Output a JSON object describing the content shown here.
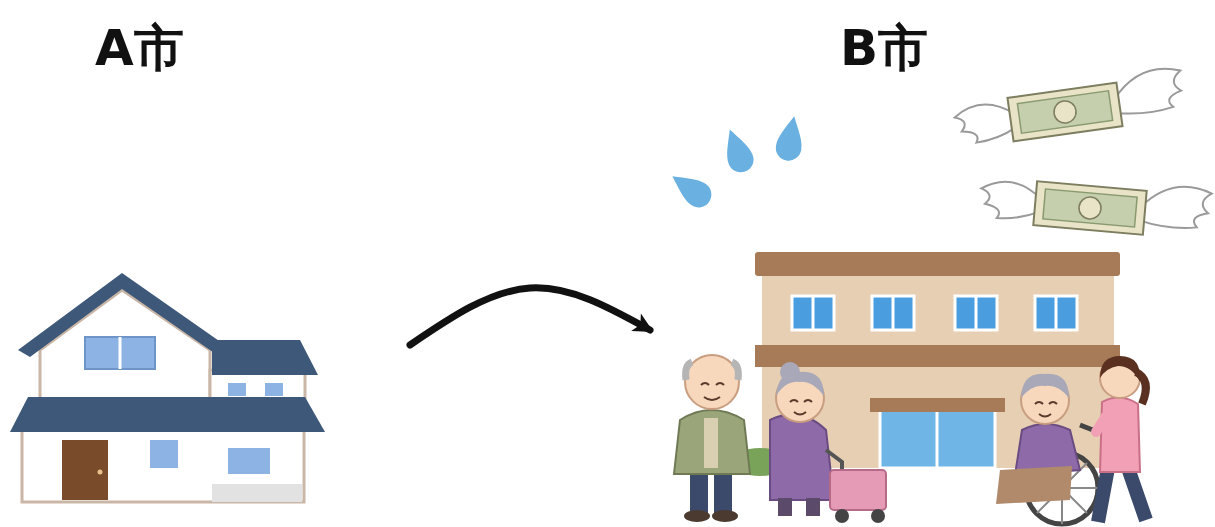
{
  "diagram": {
    "nodes": [
      {
        "text": [
          "A市"
        ]
      },
      {
        "text": [
          "B市"
        ]
      }
    ],
    "edges": [
      {
        "from": 0,
        "to": 1,
        "arrow": "to"
      }
    ]
  }
}
